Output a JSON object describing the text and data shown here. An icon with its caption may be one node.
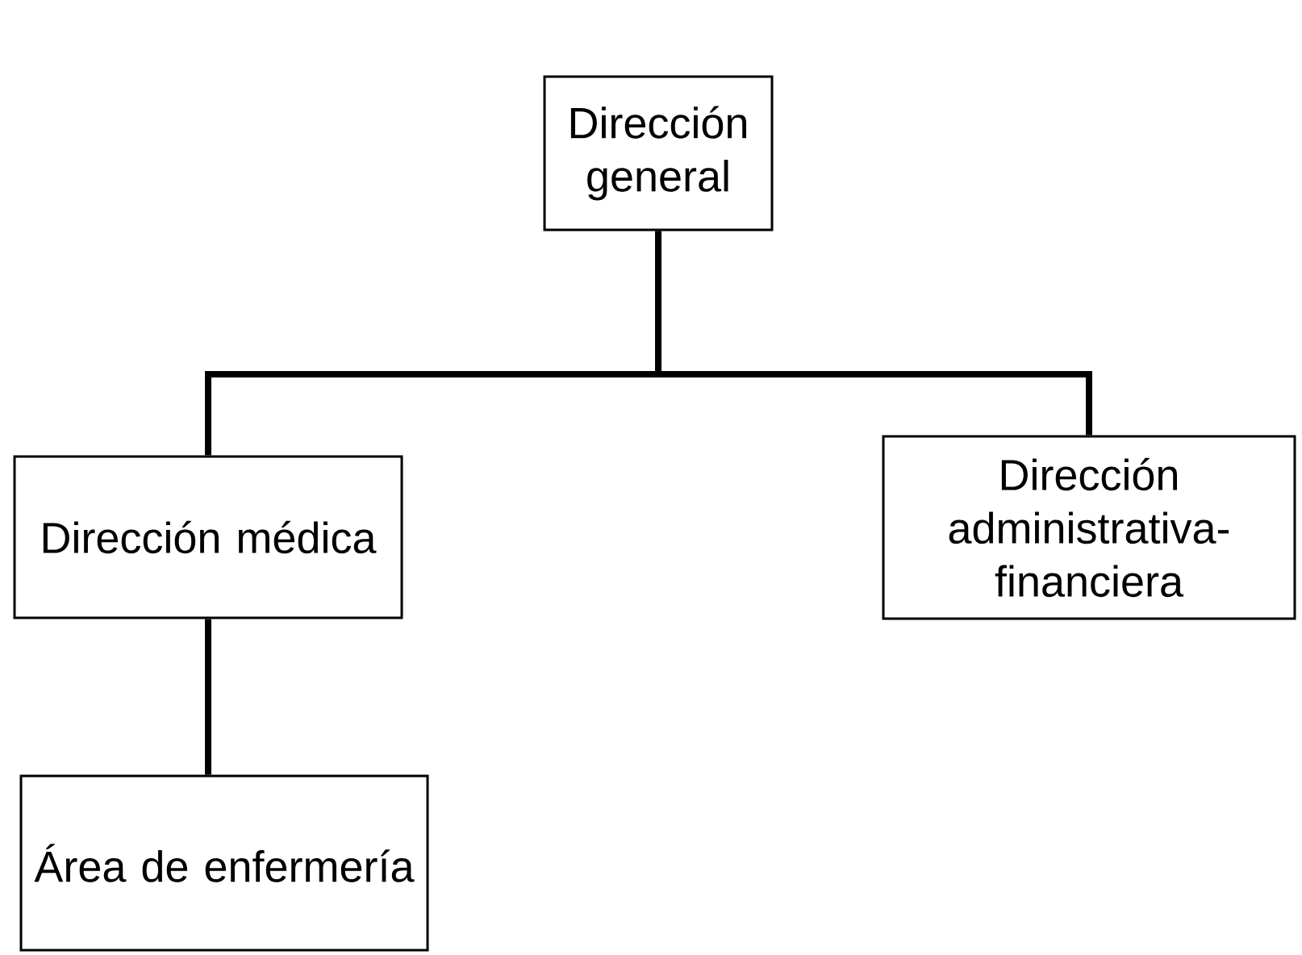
{
  "diagram": {
    "nodes": [
      {
        "text": [
          "Dirección general"
        ]
      },
      {
        "text": [
          "Dirección médica"
        ]
      },
      {
        "text": [
          "Dirección administrativa-financiera"
        ]
      },
      {
        "text": [
          "Área de enfermería"
        ]
      }
    ],
    "edges": [
      {
        "from": 0,
        "to": 1,
        "arrow": "none"
      },
      {
        "from": 0,
        "to": 2,
        "arrow": "none"
      },
      {
        "from": 1,
        "to": 3,
        "arrow": "none"
      }
    ]
  }
}
